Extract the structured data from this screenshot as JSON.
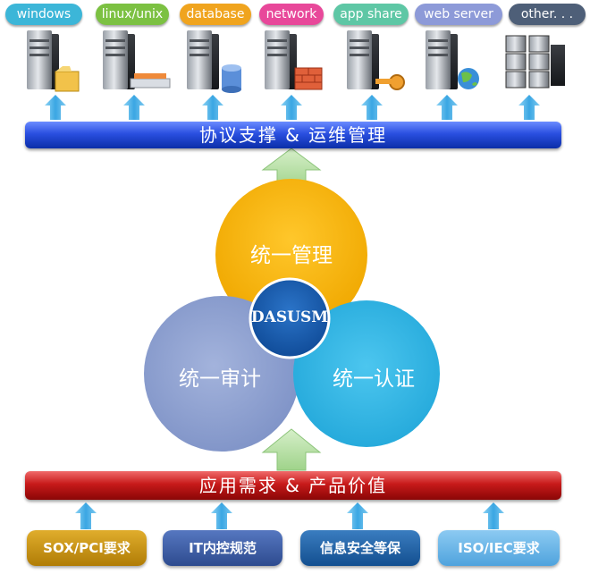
{
  "platforms": [
    {
      "label": "windows",
      "color": "#3cb6d8"
    },
    {
      "label": "linux/unix",
      "color": "#7cc142"
    },
    {
      "label": "database",
      "color": "#f0a41e"
    },
    {
      "label": "network",
      "color": "#e8489a"
    },
    {
      "label": "app share",
      "color": "#5ec7a5"
    },
    {
      "label": "web server",
      "color": "#8d9ad8"
    },
    {
      "label": "other. . .",
      "color": "#4e5f78"
    }
  ],
  "bars": {
    "top": "协议支撑 & 运维管理",
    "bottom": "应用需求 & 产品价值"
  },
  "circles": {
    "management": "统一管理",
    "audit": "统一审计",
    "auth": "统一认证",
    "center": "DASUSM"
  },
  "standards": [
    {
      "label": "SOX/PCI要求",
      "color": "#c9930f"
    },
    {
      "label": "IT内控规范",
      "color": "#3d5fa8"
    },
    {
      "label": "信息安全等保",
      "color": "#1f63a8"
    },
    {
      "label": "ISO/IEC要求",
      "color": "#6fb6e8"
    }
  ],
  "colors": {
    "circle_management": "#f5b20a",
    "circle_audit": "#8a9fd1",
    "circle_auth": "#35b9e5",
    "circle_center": "#1c5fb4",
    "arrow_blue": "#5ab7ea",
    "arrow_green": "#b9e2a8"
  }
}
